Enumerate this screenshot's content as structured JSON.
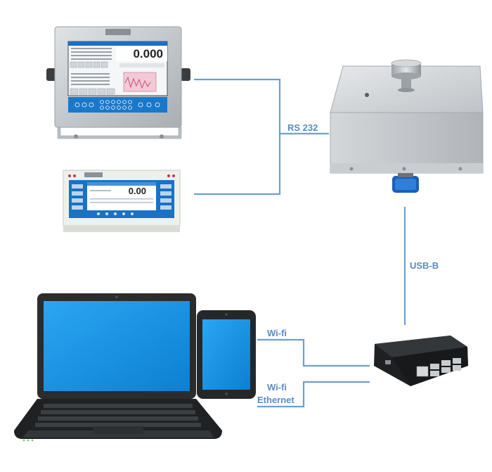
{
  "connections": {
    "rs232": "RS 232",
    "usb_b": "USB-B",
    "wifi_1": "Wi-fi",
    "wifi_2": "Wi-fi",
    "ethernet": "Ethernet"
  },
  "devices": {
    "terminal_large": {
      "reading": "0.000",
      "icon": "industrial-terminal-icon"
    },
    "terminal_small": {
      "reading": "0.00",
      "icon": "desktop-terminal-icon"
    },
    "weighing_module": {
      "icon": "load-cell-module-icon"
    },
    "gateway": {
      "icon": "mini-computer-icon"
    },
    "laptop": {
      "icon": "laptop-icon"
    },
    "tablet": {
      "icon": "tablet-icon"
    }
  },
  "colors": {
    "line": "#6f9fd3",
    "label": "#5b8cc4",
    "screen": "#1b8fe0"
  }
}
